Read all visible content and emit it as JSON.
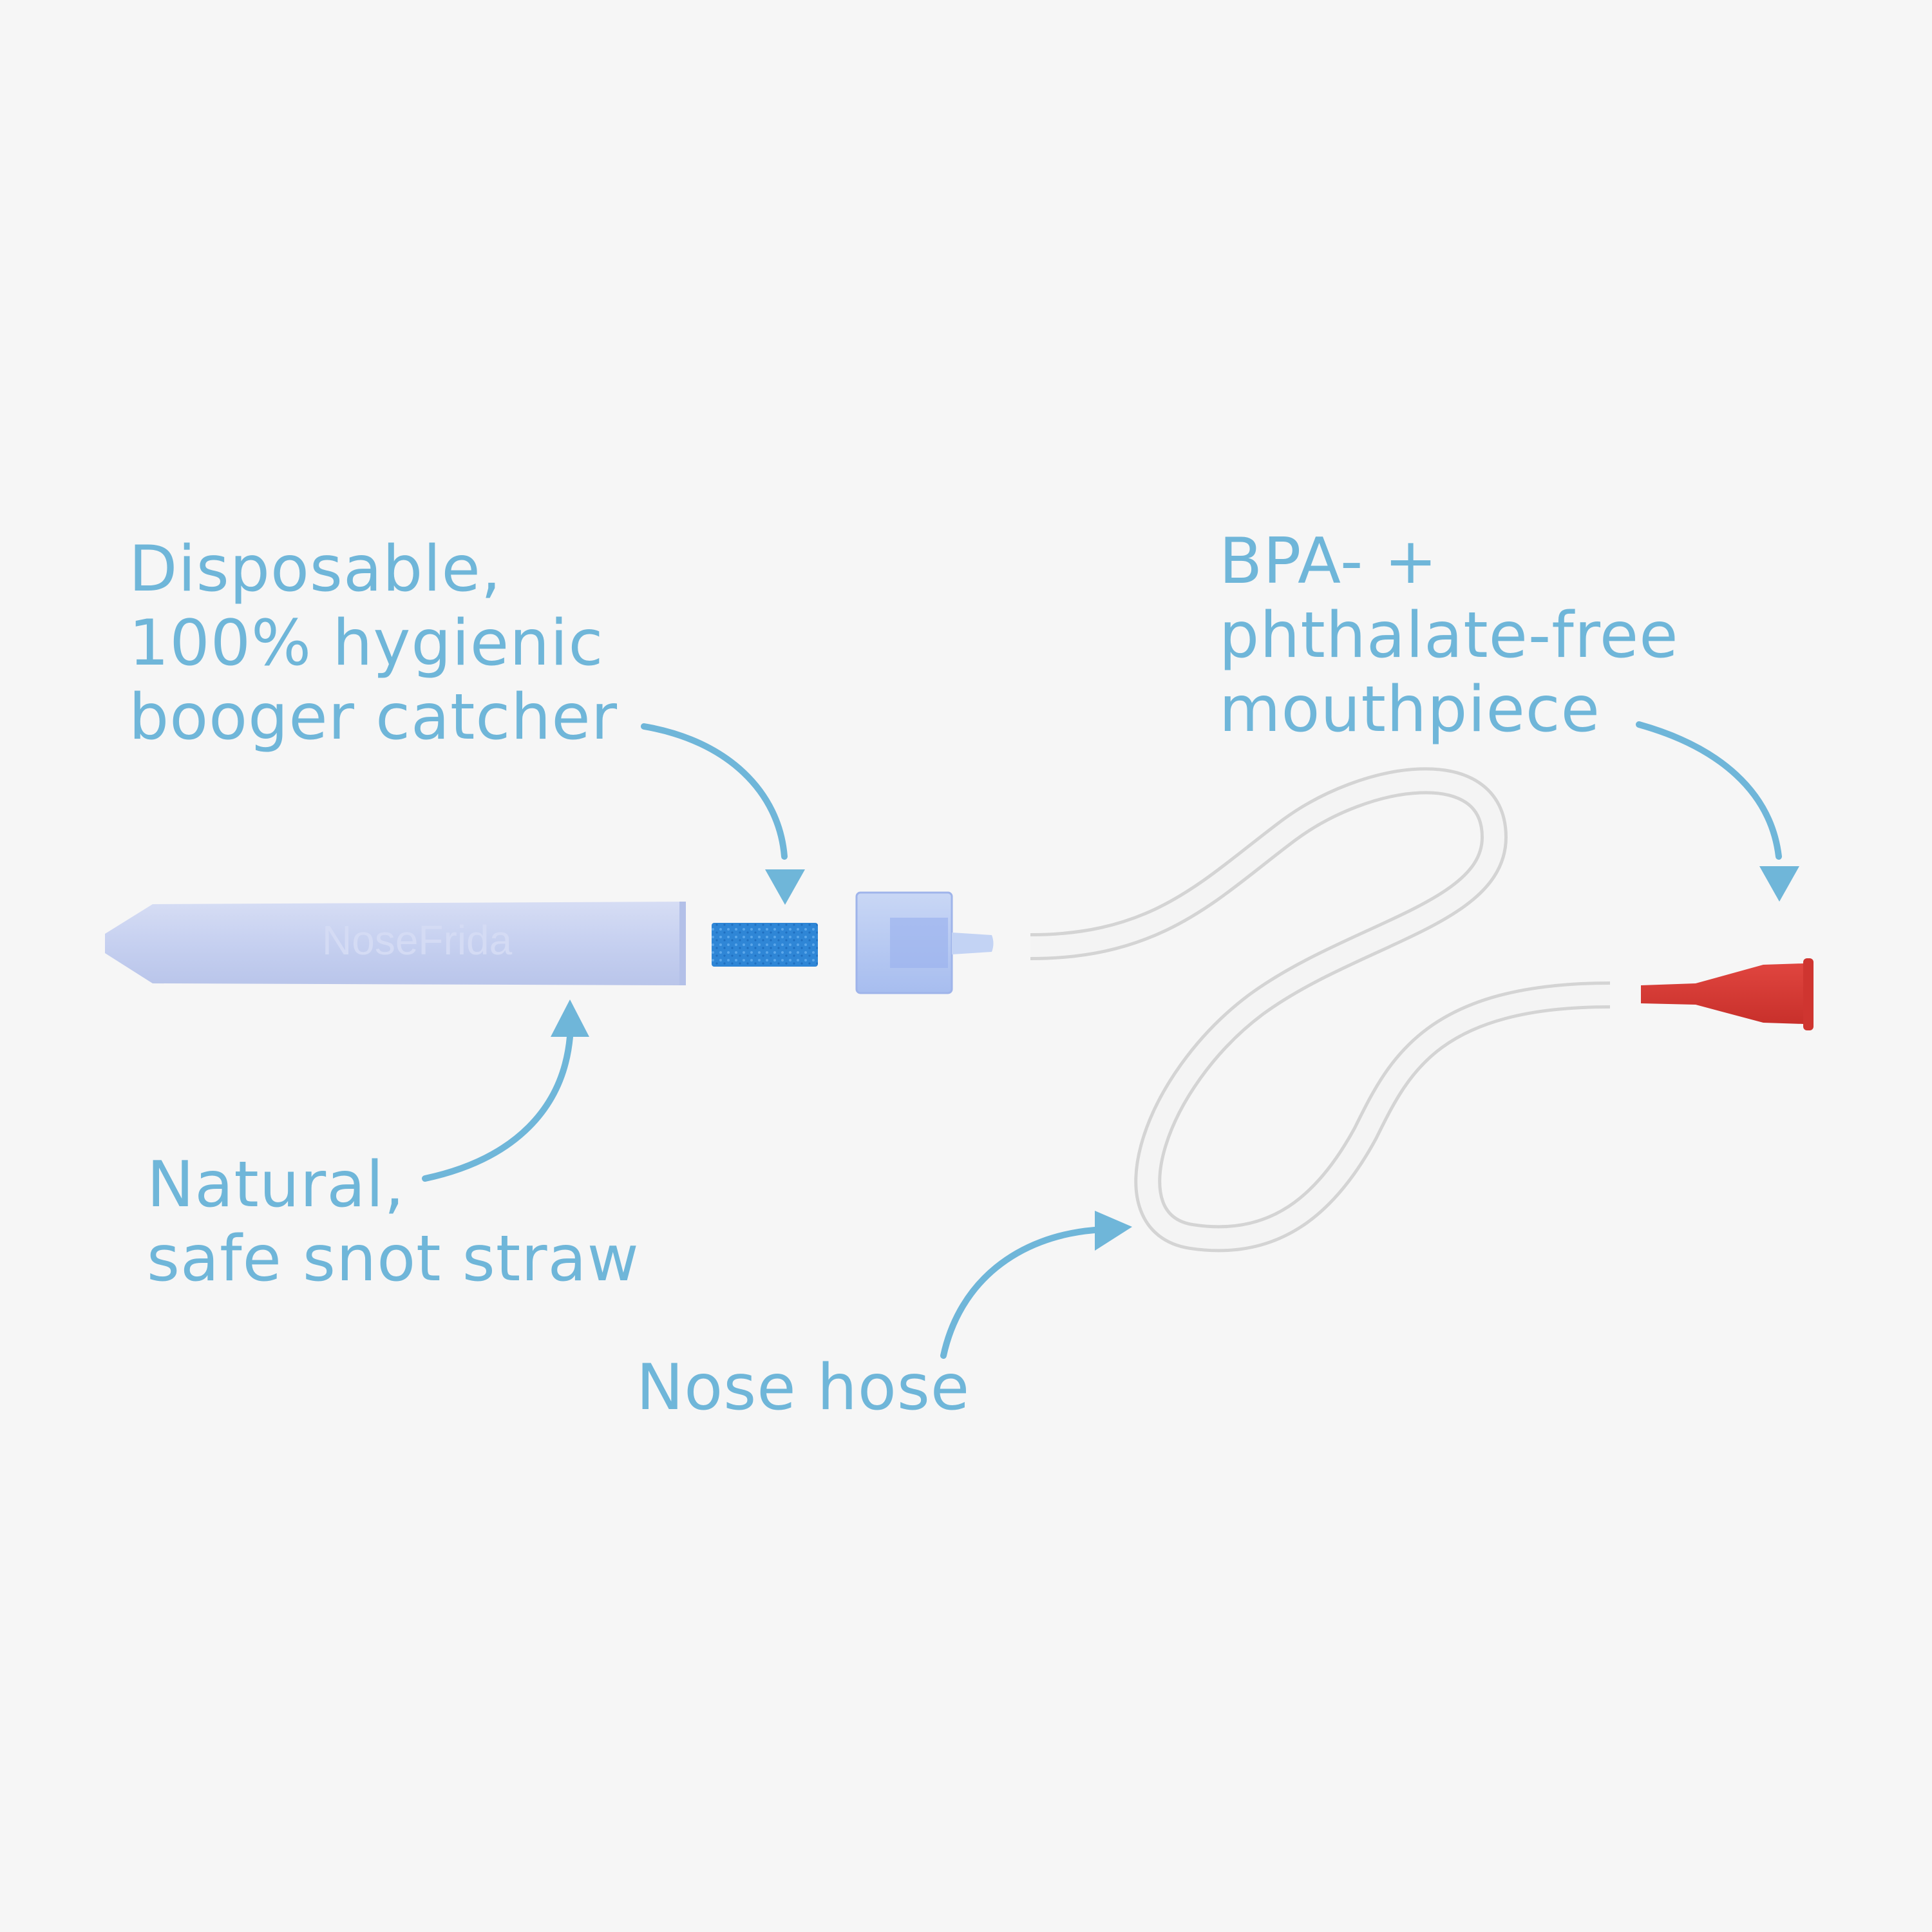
{
  "diagram": {
    "product_brand": "NoseFrida",
    "colors": {
      "background": "#f6f6f6",
      "label_text": "#6fb6d9",
      "arrow": "#6fb6d9",
      "tube": "#c9d3f0",
      "filter": "#2f86d6",
      "cap": "#b7c8f0",
      "hose": "#f2f2f2",
      "mouthpiece": "#d83a34"
    },
    "labels": {
      "filter": {
        "lines": [
          "Disposable,",
          "100% hygienic",
          "booger catcher"
        ]
      },
      "mouthpiece": {
        "lines": [
          "BPA- +",
          "phthalate-free",
          "mouthpiece"
        ]
      },
      "tube": {
        "lines": [
          "Natural,",
          "safe snot straw"
        ]
      },
      "hose": {
        "lines": [
          "Nose hose"
        ]
      }
    },
    "components": [
      {
        "name": "snot straw tube",
        "embossed_text": "NoseFrida"
      },
      {
        "name": "filter"
      },
      {
        "name": "cap connector"
      },
      {
        "name": "hose"
      },
      {
        "name": "mouthpiece"
      }
    ]
  }
}
